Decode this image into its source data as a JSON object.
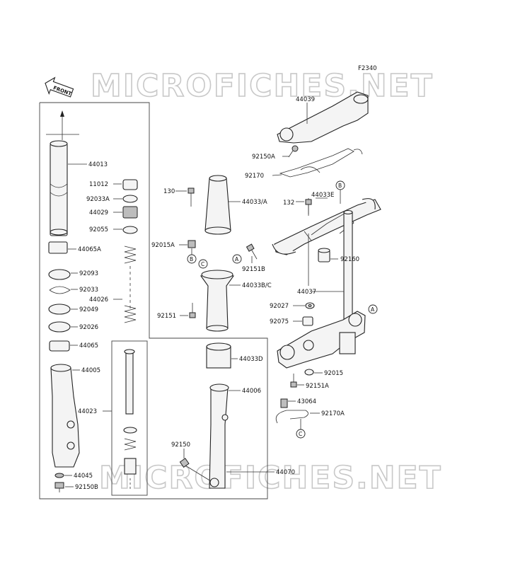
{
  "figure_code": "F2340",
  "watermark_text": "MICROFICHES.NET",
  "front_label": "FRONT",
  "parts": [
    {
      "id": "44039"
    },
    {
      "id": "92150A"
    },
    {
      "id": "92170"
    },
    {
      "id": "44033E"
    },
    {
      "id": "132"
    },
    {
      "id": "92160"
    },
    {
      "id": "44037"
    },
    {
      "id": "92027"
    },
    {
      "id": "92075"
    },
    {
      "id": "92015"
    },
    {
      "id": "92151A"
    },
    {
      "id": "43064"
    },
    {
      "id": "92170A"
    },
    {
      "id": "130"
    },
    {
      "id": "44033/A"
    },
    {
      "id": "92015A"
    },
    {
      "id": "92151B"
    },
    {
      "id": "44033B/C"
    },
    {
      "id": "92151"
    },
    {
      "id": "44033D"
    },
    {
      "id": "44006"
    },
    {
      "id": "92150"
    },
    {
      "id": "44070"
    },
    {
      "id": "44013"
    },
    {
      "id": "11012"
    },
    {
      "id": "92033A"
    },
    {
      "id": "44029"
    },
    {
      "id": "92055"
    },
    {
      "id": "44065A"
    },
    {
      "id": "92093"
    },
    {
      "id": "92033"
    },
    {
      "id": "44026"
    },
    {
      "id": "92049"
    },
    {
      "id": "92026"
    },
    {
      "id": "44065"
    },
    {
      "id": "44005"
    },
    {
      "id": "44023"
    },
    {
      "id": "44045"
    },
    {
      "id": "92150B"
    }
  ],
  "refs": [
    "A",
    "B",
    "C"
  ]
}
